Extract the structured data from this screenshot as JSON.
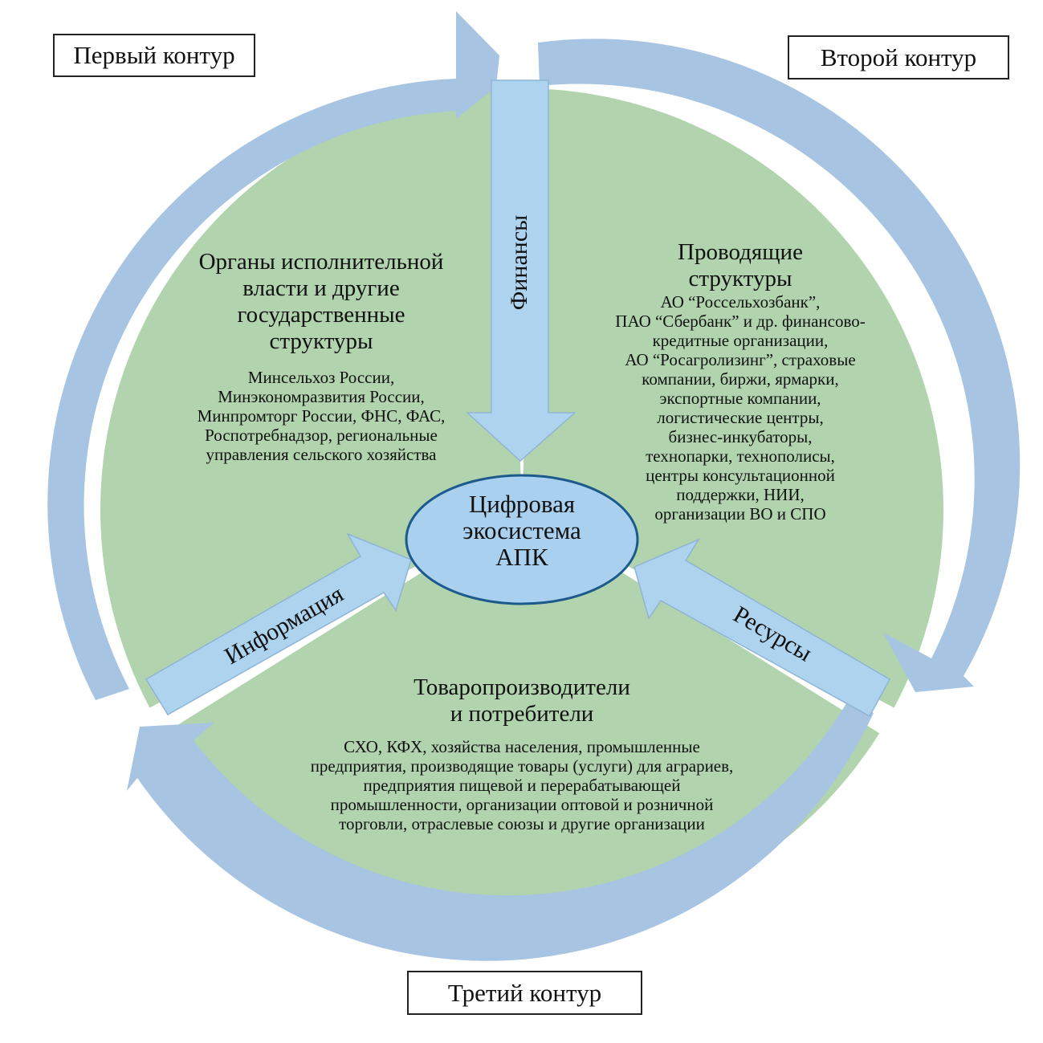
{
  "contours": {
    "first": "Первый контур",
    "second": "Второй контур",
    "third": "Третий контур"
  },
  "center": {
    "lines": [
      "Цифровая",
      "экосистема",
      "АПК"
    ]
  },
  "flows": {
    "top": "Финансы",
    "left": "Информация",
    "right": "Ресурсы"
  },
  "sectors": {
    "government": {
      "title": [
        "Органы исполнительной",
        "власти и другие",
        "государственные",
        "структуры"
      ],
      "items": [
        "Минсельхоз России,",
        "Минэкономразвития России,",
        "Минпромторг России, ФНС, ФАС,",
        "Роспотребнадзор, региональные",
        "управления сельского хозяйства"
      ]
    },
    "conducting": {
      "title": [
        "Проводящие",
        "структуры"
      ],
      "items": [
        "АО “Россельхозбанк”,",
        "ПАО “Сбербанк” и др. финансово-",
        "кредитные организации,",
        "АО “Росагролизинг”, страховые",
        "компании, биржи, ярмарки,",
        "экспортные компании,",
        "логистические центры,",
        "бизнес-инкубаторы,",
        "технопарки, технополисы,",
        "центры консультационной",
        "поддержки, НИИ,",
        "организации ВО и СПО"
      ]
    },
    "producers": {
      "title": [
        "Товаропроизводители",
        "и потребители"
      ],
      "items": [
        "СХО, КФХ, хозяйства населения, промышленные",
        "предприятия, производящие товары (услуги) для аграриев,",
        "предприятия пищевой и перерабатывающей",
        "промышленности, организации оптовой и розничной",
        "торговли, отраслевые союзы и другие организации"
      ]
    }
  },
  "colors": {
    "ring": "#a7c4e2",
    "fill": "#b1d3ae",
    "arrow": "#aed3ee",
    "arrow_edge": "#8fb4d6",
    "ellipse": "#a9d1ef",
    "ellipse_edge": "#1d5a8c"
  }
}
